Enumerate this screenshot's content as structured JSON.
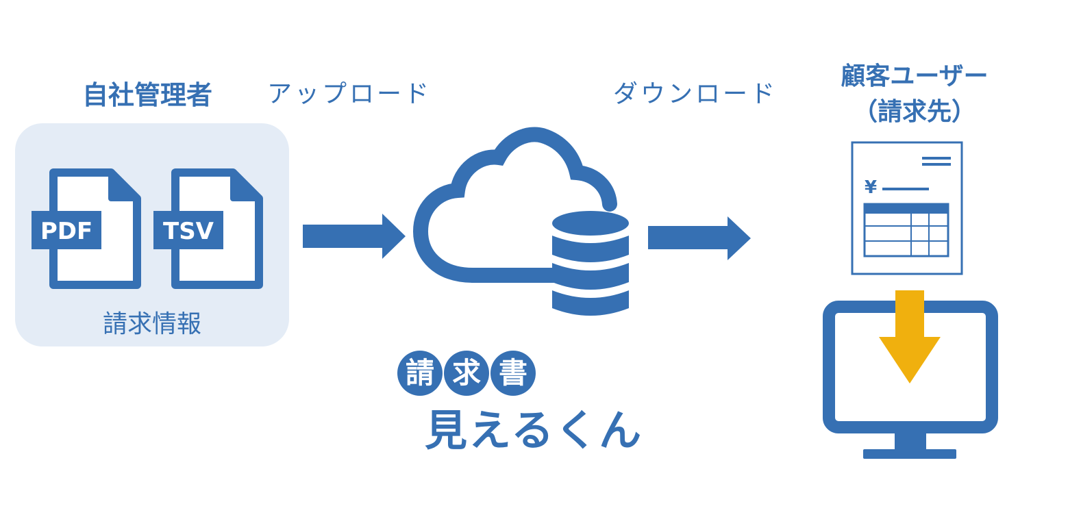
{
  "labels": {
    "admin": "自社管理者",
    "upload": "アップロード",
    "download": "ダウンロード",
    "customer_line1": "顧客ユーザー",
    "customer_line2": "（請求先）",
    "billing_info": "請求情報"
  },
  "files": {
    "pdf": "PDF",
    "tsv": "TSV"
  },
  "invoice": {
    "currency_symbol": "¥"
  },
  "brand": {
    "top_chars": [
      "請",
      "求",
      "書"
    ],
    "bottom": "見えるくん"
  },
  "colors": {
    "primary": "#3670b3",
    "panel": "#e4ecf6",
    "accent": "#f0b00e"
  },
  "icons": [
    "pdf-file-icon",
    "tsv-file-icon",
    "arrow-right-icon",
    "cloud-icon",
    "database-icon",
    "invoice-icon",
    "monitor-icon",
    "download-arrow-icon"
  ]
}
